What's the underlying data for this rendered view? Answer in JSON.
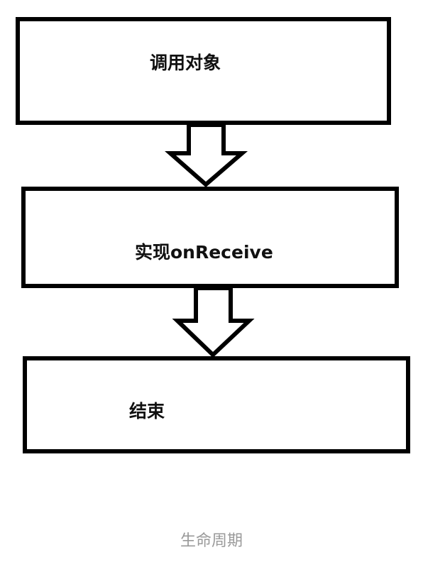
{
  "diagram": {
    "steps": [
      {
        "label": "调用对象"
      },
      {
        "label": "实现onReceive"
      },
      {
        "label": "结束"
      }
    ],
    "caption": "生命周期",
    "colors": {
      "border": "#000000",
      "text": "#111111",
      "caption": "#9a9a9a",
      "background": "#ffffff"
    }
  }
}
